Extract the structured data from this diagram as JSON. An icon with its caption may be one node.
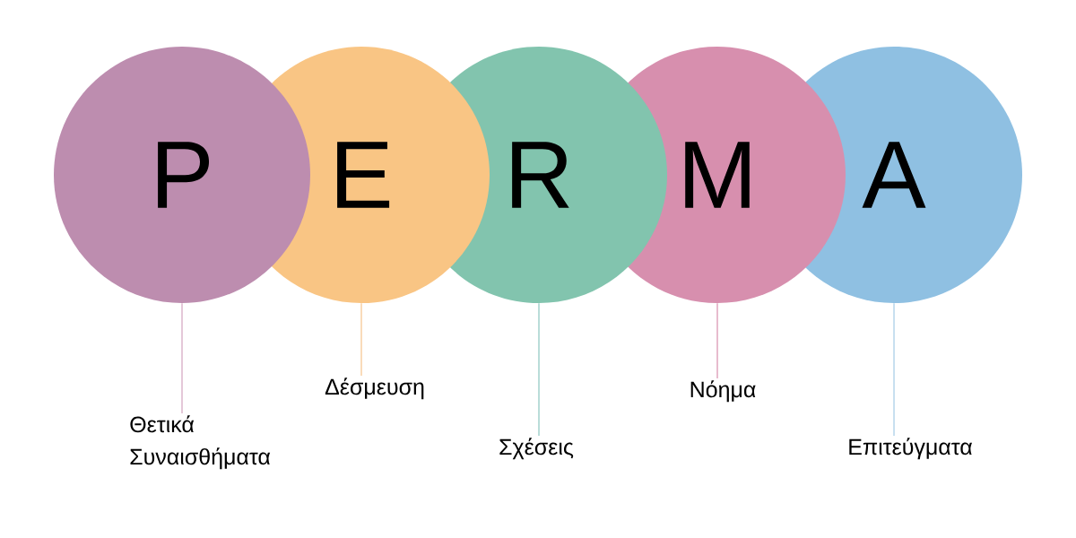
{
  "diagram": {
    "nodes": [
      {
        "text": [
          "P"
        ]
      },
      {
        "text": [
          "E"
        ]
      },
      {
        "text": [
          "R"
        ]
      },
      {
        "text": [
          "M"
        ]
      },
      {
        "text": [
          "A"
        ]
      },
      {
        "text": [
          "Θετικά Συναισθήματα"
        ]
      },
      {
        "text": [
          "Δέσμευση"
        ]
      },
      {
        "text": [
          "Σχέσεις"
        ]
      },
      {
        "text": [
          "Νόημα"
        ]
      },
      {
        "text": [
          "Επιτεύγματα"
        ]
      }
    ],
    "edges": [
      {
        "from": 5,
        "to": 0,
        "arrow": "none",
        "color": "#d2a3bf"
      },
      {
        "from": 6,
        "to": 1,
        "arrow": "none",
        "color": "#f6c48c"
      },
      {
        "from": 7,
        "to": 2,
        "arrow": "none",
        "color": "#8cc6bf"
      },
      {
        "from": 8,
        "to": 3,
        "arrow": "none",
        "color": "#d88fae"
      },
      {
        "from": 9,
        "to": 4,
        "arrow": "none",
        "color": "#a3cbe5"
      }
    ]
  }
}
